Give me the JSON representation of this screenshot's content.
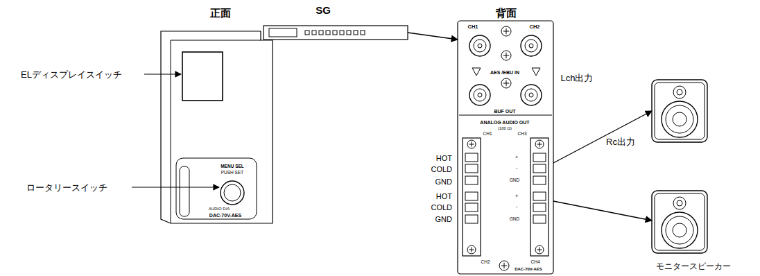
{
  "diagram": {
    "nodes": [
      {
        "text": [
          "正面",
          "MENU SEL",
          "PUSH SET",
          "AUDIO D/A",
          "DAC-70V-AES"
        ]
      },
      {
        "text": [
          "SG"
        ]
      },
      {
        "text": [
          "背面",
          "CH1",
          "CH2",
          "AES /EBU IN",
          "BUF OUT",
          "ANALOG AUDIO OUT",
          "(100 Ω)",
          "CH1",
          "CH3",
          "+",
          "-",
          "GND",
          "+",
          "-",
          "GND",
          "CH2",
          "CH4",
          "DAC-70V-AES"
        ]
      },
      {
        "text": []
      },
      {
        "text": [
          "モニタースピーカー"
        ]
      }
    ],
    "edges": [
      {
        "from": 1,
        "to": 2,
        "arrow": "to"
      },
      {
        "from": 2,
        "to": 3,
        "label": "Lch出力",
        "arrow": "to"
      },
      {
        "from": 2,
        "to": 4,
        "label": "Rc出力",
        "arrow": "to"
      }
    ],
    "labels": [
      "ELディスプレイスイッチ",
      "ロータリースイッチ",
      "HOT",
      "COLD",
      "GND",
      "HOT",
      "COLD",
      "GND"
    ]
  }
}
